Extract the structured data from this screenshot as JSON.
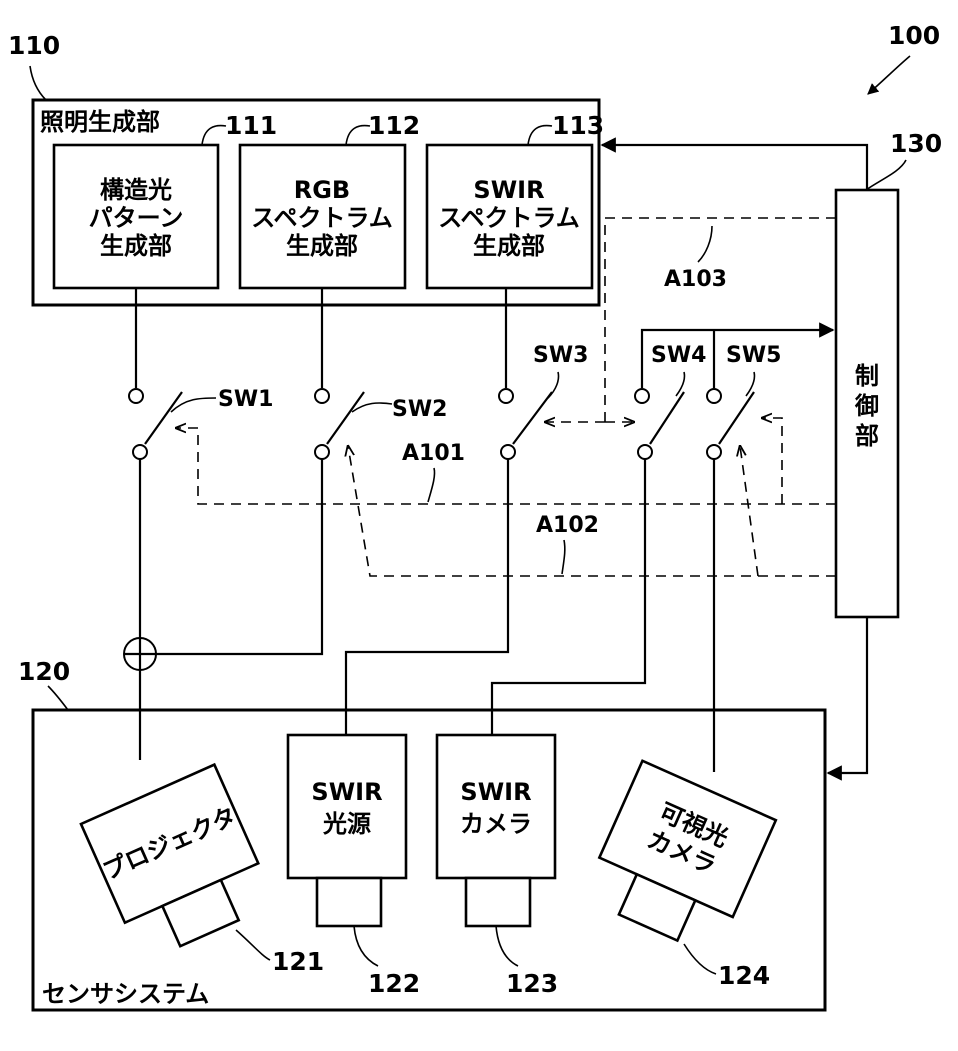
{
  "labels": {
    "ref_100": "100",
    "ref_110": "110",
    "ref_111": "111",
    "ref_112": "112",
    "ref_113": "113",
    "ref_120": "120",
    "ref_121": "121",
    "ref_122": "122",
    "ref_123": "123",
    "ref_124": "124",
    "ref_130": "130",
    "illum_title": "照明生成部",
    "sensor_title": "センサシステム",
    "block_111": [
      "構造光",
      "パターン",
      "生成部"
    ],
    "block_112": [
      "RGB",
      "スペクトラム",
      "生成部"
    ],
    "block_113": [
      "SWIR",
      "スペクトラム",
      "生成部"
    ],
    "control": [
      "制",
      "御",
      "部"
    ],
    "projector": "プロジェクタ",
    "swir_light": [
      "SWIR",
      "光源"
    ],
    "swir_camera": [
      "SWIR",
      "カメラ"
    ],
    "visible_camera": [
      "可視光",
      "カメラ"
    ],
    "sw1": "SW1",
    "sw2": "SW2",
    "sw3": "SW3",
    "sw4": "SW4",
    "sw5": "SW5",
    "a101": "A101",
    "a102": "A102",
    "a103": "A103"
  }
}
